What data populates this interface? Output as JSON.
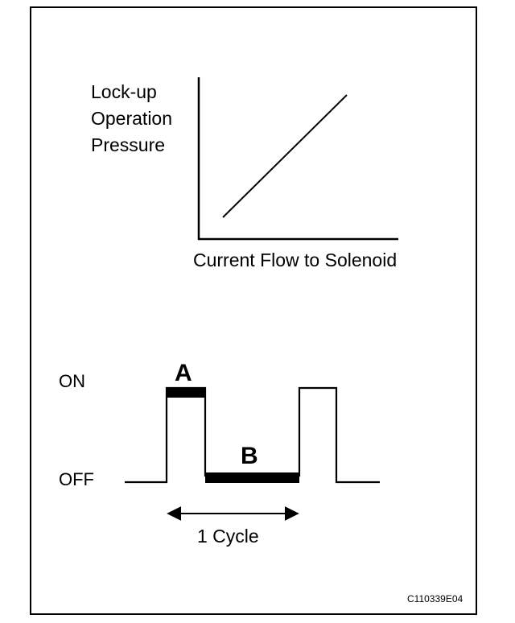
{
  "graph": {
    "y_axis_label_lines": [
      "Lock-up",
      "Operation",
      "Pressure"
    ],
    "x_axis_label": "Current Flow to Solenoid"
  },
  "waveform": {
    "on_label": "ON",
    "off_label": "OFF",
    "label_a": "A",
    "label_b": "B",
    "cycle_label": "1 Cycle"
  },
  "figure_code": "C110339E04"
}
